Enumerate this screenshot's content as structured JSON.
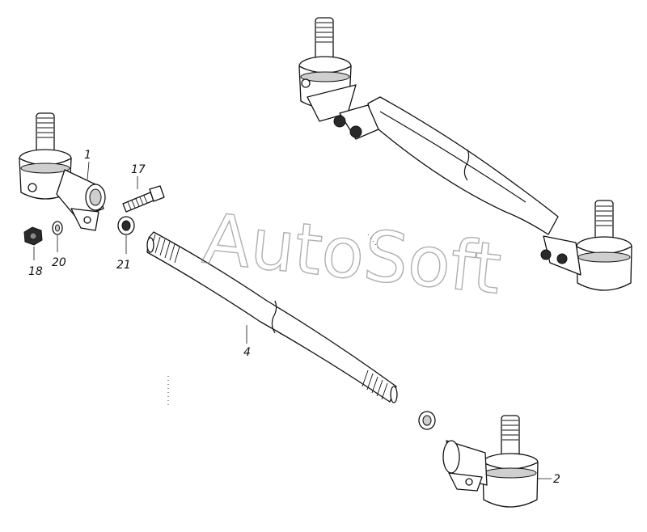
{
  "callouts": {
    "c1": "1",
    "c17": "17",
    "c18": "18",
    "c20": "20",
    "c21": "21",
    "c4": "4",
    "c2": "2"
  },
  "watermark": "AutoSoft"
}
